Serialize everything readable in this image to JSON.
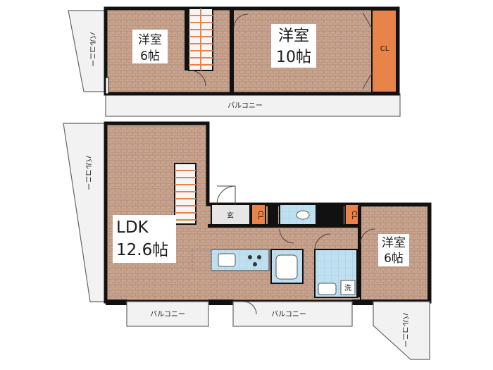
{
  "upper_floor": {
    "balcony_left": "バルコニー",
    "room_left": {
      "name": "洋室",
      "size": "6帖"
    },
    "room_right": {
      "name": "洋室",
      "size": "10帖"
    },
    "closet": "CL",
    "balcony_bottom": "バルコニー"
  },
  "lower_floor": {
    "balcony_left": "バルコニー",
    "ldk": {
      "name": "LDK",
      "size": "12.6帖"
    },
    "entrance": "玄",
    "closet_1": "CL",
    "closet_2": "CL",
    "room_right": {
      "name": "洋室",
      "size": "6帖"
    },
    "washer": "洗",
    "balcony_bottom_left": "バルコニー",
    "balcony_bottom_mid": "バルコニー",
    "balcony_right": "バルコニー"
  },
  "colors": {
    "floor": "#c9a48f",
    "floor_grid": "#a98371",
    "wall": "#111111",
    "closet": "#e8834a",
    "wet_area": "#bfe0f0",
    "balcony": "#f2f2f2"
  }
}
